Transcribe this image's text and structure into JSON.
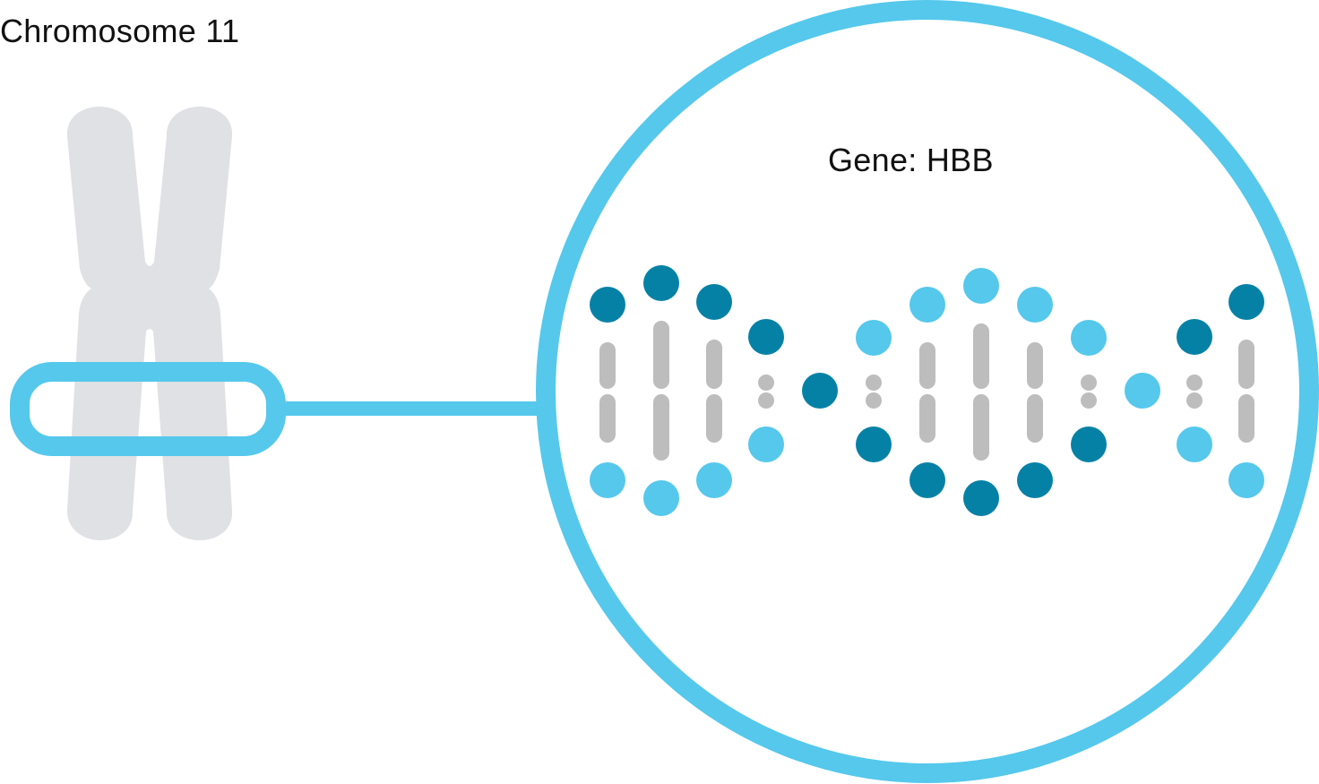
{
  "labels": {
    "chromosome": "Chromosome 11",
    "gene": "Gene: HBB"
  },
  "colors": {
    "highlight": "#55c8ec",
    "chromosome_fill": "#dfe1e4",
    "base_dark": "#0681a6",
    "base_light": "#55c8ec",
    "bond": "#bdbdbd"
  },
  "icons": {
    "chromosome": "chromosome-x-shape-icon",
    "magnifier": "magnifier-circle",
    "dna": "dna-double-helix-icon"
  }
}
